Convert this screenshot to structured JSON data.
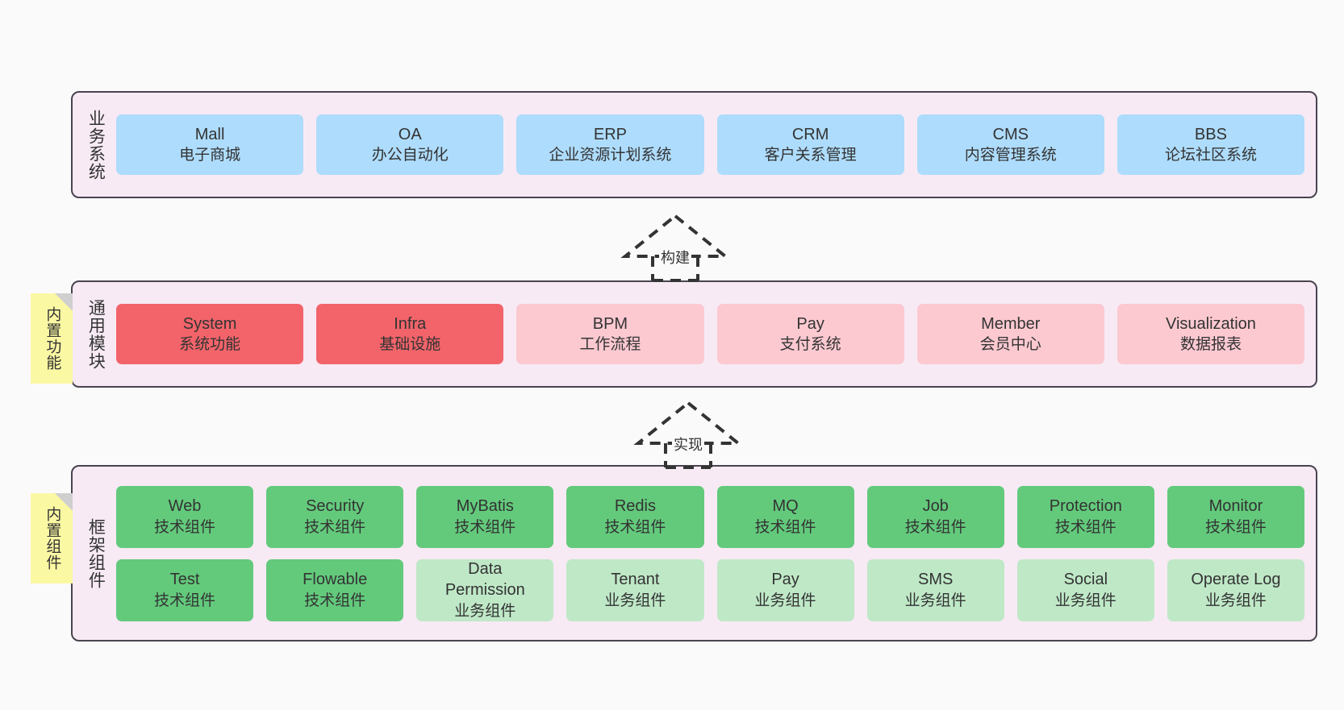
{
  "diagram": {
    "background": "#fafafa",
    "palette": {
      "panel_fill": "#f7eaf4",
      "panel_border": "#4a4350",
      "blue": "#aedcfc",
      "red": "#f2646a",
      "pink": "#fcc9d1",
      "green": "#63ca7c",
      "light_green": "#bfe8c7",
      "sticky_yellow": "#fbf8a3",
      "sticky_fold": "#cfcfcf"
    }
  },
  "business_layer": {
    "label": "业务系统",
    "cards": [
      {
        "en": "Mall",
        "cn": "电子商城"
      },
      {
        "en": "OA",
        "cn": "办公自动化"
      },
      {
        "en": "ERP",
        "cn": "企业资源计划系统"
      },
      {
        "en": "CRM",
        "cn": "客户关系管理"
      },
      {
        "en": "CMS",
        "cn": "内容管理系统"
      },
      {
        "en": "BBS",
        "cn": "论坛社区系统"
      }
    ]
  },
  "connector_build": {
    "label": "构建"
  },
  "module_layer": {
    "label": "通用模块",
    "sticky": "内置功能",
    "cards": [
      {
        "en": "System",
        "cn": "系统功能"
      },
      {
        "en": "Infra",
        "cn": "基础设施"
      },
      {
        "en": "BPM",
        "cn": "工作流程"
      },
      {
        "en": "Pay",
        "cn": "支付系统"
      },
      {
        "en": "Member",
        "cn": "会员中心"
      },
      {
        "en": "Visualization",
        "cn": "数据报表"
      }
    ]
  },
  "connector_implement": {
    "label": "实现"
  },
  "framework_layer": {
    "label": "框架组件",
    "sticky": "内置组件",
    "row_tech": [
      {
        "en": "Web",
        "cn": "技术组件"
      },
      {
        "en": "Security",
        "cn": "技术组件"
      },
      {
        "en": "MyBatis",
        "cn": "技术组件"
      },
      {
        "en": "Redis",
        "cn": "技术组件"
      },
      {
        "en": "MQ",
        "cn": "技术组件"
      },
      {
        "en": "Job",
        "cn": "技术组件"
      },
      {
        "en": "Protection",
        "cn": "技术组件"
      },
      {
        "en": "Monitor",
        "cn": "技术组件"
      }
    ],
    "row_business": [
      {
        "en": "Test",
        "cn": "技术组件"
      },
      {
        "en": "Flowable",
        "cn": "技术组件"
      },
      {
        "en": "Data\nPermission",
        "cn": "业务组件"
      },
      {
        "en": "Tenant",
        "cn": "业务组件"
      },
      {
        "en": "Pay",
        "cn": "业务组件"
      },
      {
        "en": "SMS",
        "cn": "业务组件"
      },
      {
        "en": "Social",
        "cn": "业务组件"
      },
      {
        "en": "Operate Log",
        "cn": "业务组件"
      }
    ]
  }
}
